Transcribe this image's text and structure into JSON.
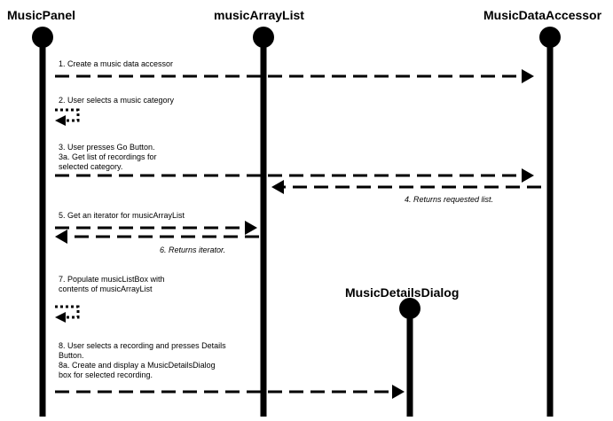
{
  "objects": {
    "music_panel": "MusicPanel",
    "music_array_list": "musicArrayList",
    "music_data_accessor": "MusicDataAccessor",
    "music_details_dialog": "MusicDetailsDialog"
  },
  "messages": {
    "m1": "1.  Create a music data accessor",
    "m2": "2.  User selects a music category",
    "m3_line1": "3.  User presses Go Button.",
    "m3_line2": "3a.  Get list of recordings for",
    "m3_line3": "selected category.",
    "m4": "4.  Returns requested list.",
    "m5": "5.  Get an iterator for musicArrayList",
    "m6": "6.  Returns iterator.",
    "m7_line1": "7.  Populate musicListBox with",
    "m7_line2": "contents of musicArrayList",
    "m8_line1": "8.  User selects a recording and presses Details",
    "m8_line2": "Button.",
    "m8_line3": "8a.  Create and display a MusicDetailsDialog",
    "m8_line4": "box for selected recording."
  },
  "colors": {
    "ink": "#000000",
    "background": "#ffffff"
  }
}
